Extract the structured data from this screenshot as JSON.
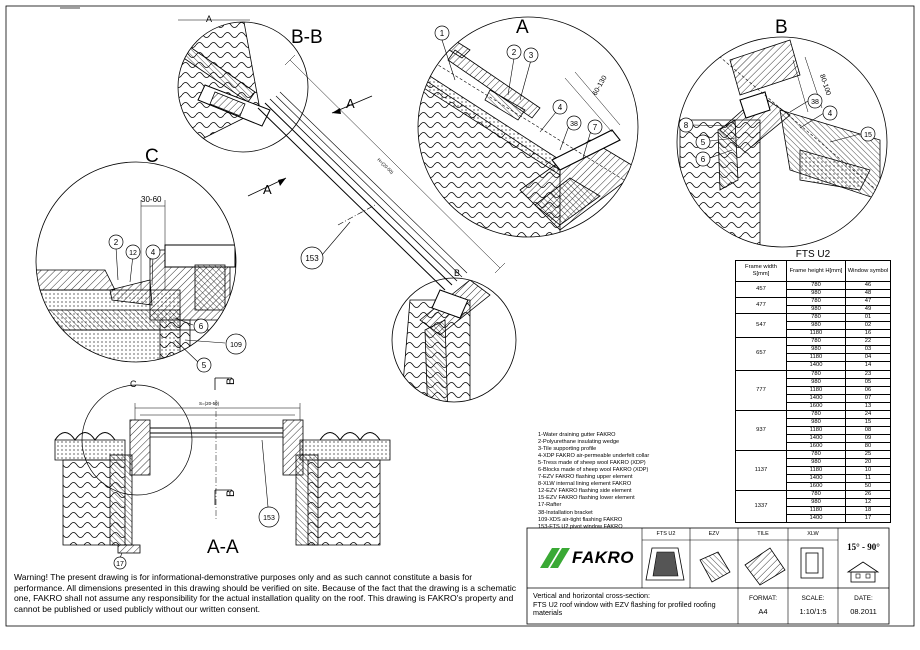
{
  "sections": {
    "bb": "B-B",
    "a": "A",
    "b": "B",
    "c": "C",
    "aa": "A-A",
    "cut_a": "A",
    "cut_b": "B",
    "cut_c": "C"
  },
  "dimensions": {
    "a_60_130": "60-130",
    "b_80_100": "80-100",
    "c_30_60": "30-60",
    "aa_s": "S=(20-50)",
    "bb_h": "H=(20-50)"
  },
  "callouts": {
    "n1": "1",
    "n2": "2",
    "n3": "3",
    "n4": "4",
    "n38": "38",
    "n7": "7",
    "b8": "8",
    "b5": "5",
    "b6": "6",
    "b38": "38",
    "b4": "4",
    "b15": "15",
    "c2": "2",
    "c12": "12",
    "c4": "4",
    "c6": "6",
    "c5": "5",
    "c109": "109",
    "n153a": "153",
    "n153b": "153",
    "n17": "17"
  },
  "table": {
    "title": "FTS U2",
    "headers": [
      "Frame width S[mm]",
      "Frame height H[mm]",
      "Window symbol"
    ],
    "groups": [
      {
        "w": "457",
        "rows": [
          [
            "780",
            "46"
          ],
          [
            "980",
            "48"
          ]
        ]
      },
      {
        "w": "477",
        "rows": [
          [
            "780",
            "47"
          ],
          [
            "980",
            "49"
          ]
        ]
      },
      {
        "w": "547",
        "rows": [
          [
            "780",
            "01"
          ],
          [
            "980",
            "02"
          ],
          [
            "1180",
            "16"
          ]
        ]
      },
      {
        "w": "657",
        "rows": [
          [
            "780",
            "22"
          ],
          [
            "980",
            "03"
          ],
          [
            "1180",
            "04"
          ],
          [
            "1400",
            "14"
          ]
        ]
      },
      {
        "w": "777",
        "rows": [
          [
            "780",
            "23"
          ],
          [
            "980",
            "05"
          ],
          [
            "1180",
            "06"
          ],
          [
            "1400",
            "07"
          ],
          [
            "1600",
            "13"
          ]
        ]
      },
      {
        "w": "937",
        "rows": [
          [
            "780",
            "24"
          ],
          [
            "980",
            "15"
          ],
          [
            "1180",
            "08"
          ],
          [
            "1400",
            "09"
          ],
          [
            "1600",
            "80"
          ]
        ]
      },
      {
        "w": "1137",
        "rows": [
          [
            "780",
            "25"
          ],
          [
            "980",
            "20"
          ],
          [
            "1180",
            "10"
          ],
          [
            "1400",
            "11"
          ],
          [
            "1600",
            "50"
          ]
        ]
      },
      {
        "w": "1337",
        "rows": [
          [
            "780",
            "26"
          ],
          [
            "980",
            "12"
          ],
          [
            "1180",
            "18"
          ],
          [
            "1400",
            "17"
          ]
        ]
      }
    ]
  },
  "legend": [
    "1-Water draining gutter  FAKRO",
    "2-Polyurethane insulating wedge",
    "3-Tile supporting profile",
    "4-XDP FAKRO air-permeable underfelt collar",
    "5-Tress made of sheep wool FAKRO (XDP)",
    "6-Blocks made of sheep wool FAKRO (XDP)",
    "7-EZV FAKRO flashing upper element",
    "8-XLW internal lining element  FAKRO",
    "12-EZV FAKRO flashing side element",
    "15-EZV FAKRO flashing lower element",
    "17-Rafter",
    "38-Installation bracket",
    "109-XDS air-tight flashing  FAKRO",
    "153-FTS U2 pivot window FAKRO"
  ],
  "warning": "Warning! The present drawing is for informational-demonstrative purposes only and as such cannot constitute a basis for performance. All dimensions presented in this drawing should be verified on site. Because of the fact that the drawing is a schematic one, FAKRO shall not assume any responsibility for the actual installation quality on the roof. This drawing is FAKRO's property and cannot be published  or used publicly without our written consent.",
  "titleblock": {
    "logo": "FAKRO",
    "icon_labels": [
      "FTS U2",
      "EZV",
      "TILE",
      "XLW"
    ],
    "angle": "15° - 90°",
    "description": "Vertical and horizontal cross-section:\nFTS U2 roof window with EZV flashing for profiled roofing materials",
    "format_label": "FORMAT:",
    "format_value": "A4",
    "scale_label": "SCALE:",
    "scale_value": "1:10/1:5",
    "date_label": "DATE:",
    "date_value": "08.2011"
  },
  "colors": {
    "ink": "#000000",
    "logo_green": "#3aa935"
  }
}
